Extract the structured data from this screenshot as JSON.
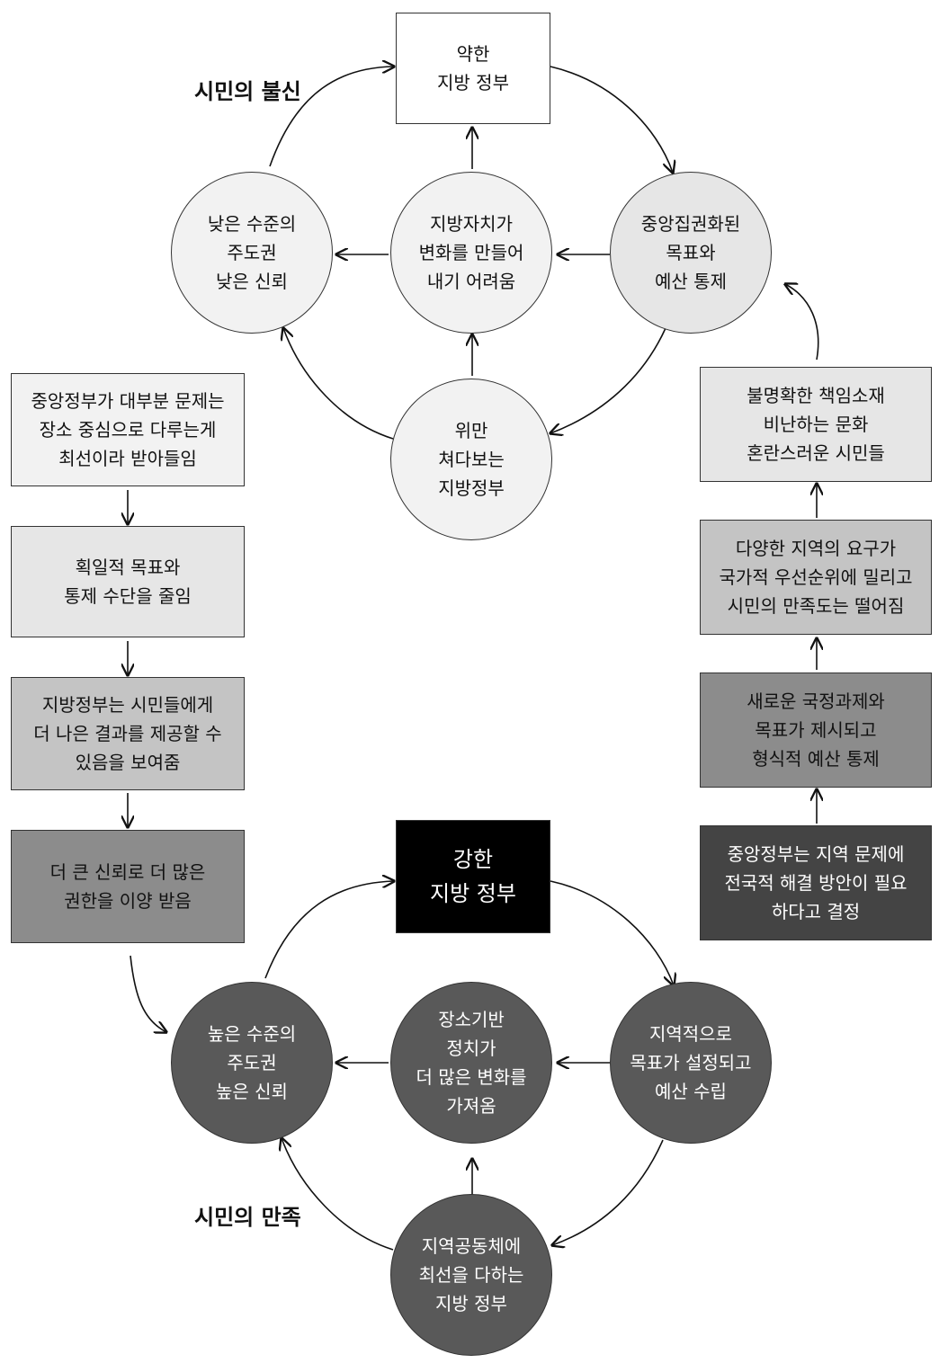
{
  "labels": {
    "distrust": "시민의 불신",
    "satisfaction": "시민의 만족"
  },
  "weak_cycle": {
    "center_top": "약한\n지방 정부",
    "right": "중앙집권화된\n목표와\n예산 통제",
    "middle": "지방자치가\n변화를 만들어\n내기 어려움",
    "left": "낮은 수준의\n주도권\n낮은 신뢰",
    "bottom": "위만\n쳐다보는\n지방정부"
  },
  "left_chain": [
    "중앙정부가 대부분 문제는\n장소 중심으로 다루는게\n최선이라 받아들임",
    "획일적 목표와\n통제 수단을 줄임",
    "지방정부는 시민들에게\n더 나은 결과를 제공할 수\n있음을 보여줌",
    "더 큰 신뢰로 더 많은\n권한을 이양 받음"
  ],
  "right_chain": [
    "불명확한 책임소재\n비난하는 문화\n혼란스러운 시민들",
    "다양한 지역의 요구가\n국가적 우선순위에 밀리고\n시민의 만족도는 떨어짐",
    "새로운 국정과제와\n목표가 제시되고\n형식적 예산 통제",
    "중앙정부는 지역 문제에\n전국적 해결 방안이 필요\n하다고 결정"
  ],
  "strong_cycle": {
    "center_top": "강한\n지방 정부",
    "right": "지역적으로\n목표가 설정되고\n예산 수립",
    "middle": "장소기반\n정치가\n더 많은 변화를\n가져옴",
    "left": "높은 수준의\n주도권\n높은 신뢰",
    "bottom": "지역공동체에\n최선을 다하는\n지방 정부"
  },
  "colors": {
    "white": "#ffffff",
    "pale": "#f2f2f2",
    "light_gray": "#e6e6e6",
    "gray": "#c4c4c4",
    "mid_gray": "#8c8c8c",
    "dark_gray": "#595959",
    "charcoal": "#444444",
    "black": "#000000"
  }
}
